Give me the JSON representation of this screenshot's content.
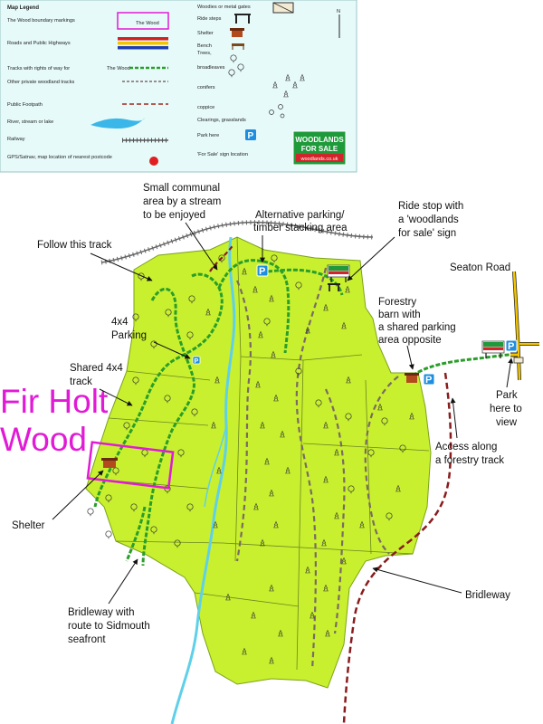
{
  "legend": {
    "title": "Map Legend",
    "left_items": [
      "The Wood boundary markings",
      "Roads and Public Highways",
      "Tracks with rights of way for",
      "Other private woodland tracks",
      "Public Footpath",
      "River, stream or lake",
      "Railway",
      "GPS/Satnav, map location of nearest postcode"
    ],
    "right_items": [
      "Woodies or metal gates",
      "Ride steps",
      "Shelter",
      "Bench",
      "Trees,",
      "broadleaves",
      "conifers",
      "coppice",
      "Clearings, grasslands",
      "Park here",
      "'For Sale' sign location"
    ],
    "the_wood_box_label": "The Wood",
    "the_wood_track_label": "The Wood",
    "park_letter": "P",
    "north_letter": "N",
    "sign": {
      "line1": "WOODLANDS",
      "line2": "FOR SALE",
      "line3": "woodlands.co.uk"
    }
  },
  "title": {
    "line1": "Fir Holt",
    "line2": "Wood"
  },
  "annotations": {
    "communal": [
      "Small communal",
      "area by a stream",
      "to be enjoyed"
    ],
    "alt_parking": [
      "Alternative parking/",
      "timber stacking area"
    ],
    "ride_stop": [
      "Ride stop with",
      "a 'woodlands",
      "for sale' sign"
    ],
    "follow_track": [
      "Follow this track"
    ],
    "seaton_road": [
      "Seaton Road"
    ],
    "parking_4x4": [
      "4x4",
      "Parking"
    ],
    "forestry_barn": [
      "Forestry",
      "barn with",
      "a shared parking",
      "area opposite"
    ],
    "shared_track": [
      "Shared 4x4",
      "track"
    ],
    "park_to_view": [
      "Park",
      "here to",
      "view"
    ],
    "access": [
      "Access along",
      "a forestry track"
    ],
    "shelter": [
      "Shelter"
    ],
    "bridleway_right": [
      "Bridleway"
    ],
    "bridleway_left": [
      "Bridleway with",
      "route to Sidmouth",
      "seafront"
    ]
  },
  "colors": {
    "wood_fill": "#c8f02e",
    "title_magenta": "#e11ad6",
    "park_blue": "#1e8ee0",
    "track_green": "#2a9e2a",
    "private_track": "#7a6a66",
    "bridleway": "#8a1c1c",
    "stream": "#5fd0ea",
    "legend_bg": "#e7fafa"
  }
}
